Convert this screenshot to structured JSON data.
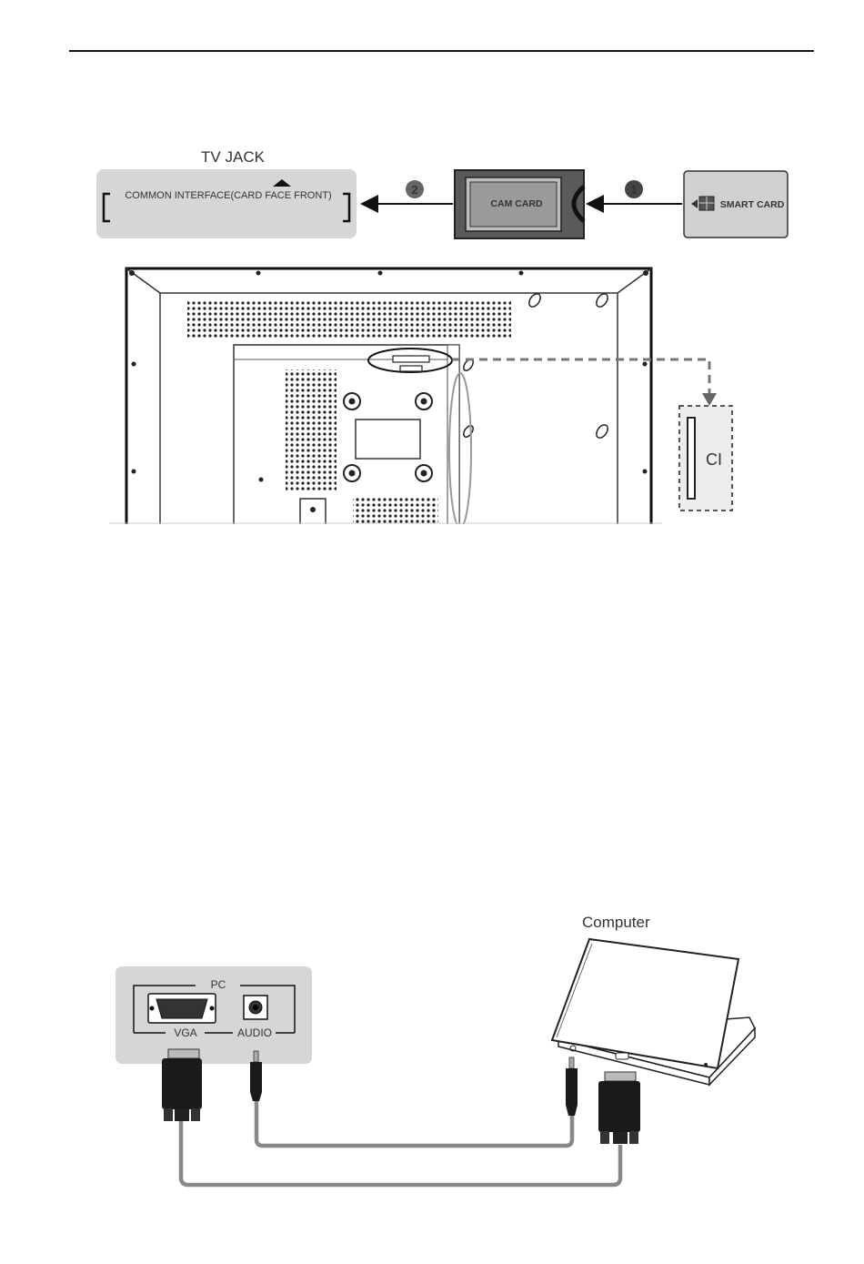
{
  "ci_diagram": {
    "tv_jack_title": "TV JACK",
    "slot_label": "COMMON INTERFACE(CARD FACE FRONT)",
    "step1": "1",
    "step2": "2",
    "cam_card_label": "CAM CARD",
    "smart_card_label": "SMART CARD",
    "ci_label": "CI"
  },
  "pc_diagram": {
    "computer_label": "Computer",
    "panel_title": "PC",
    "vga_label": "VGA",
    "audio_label": "AUDIO"
  },
  "colors": {
    "panel_gray": "#d6d6d6",
    "line_dark": "#111111",
    "cable_gray": "#888888"
  }
}
